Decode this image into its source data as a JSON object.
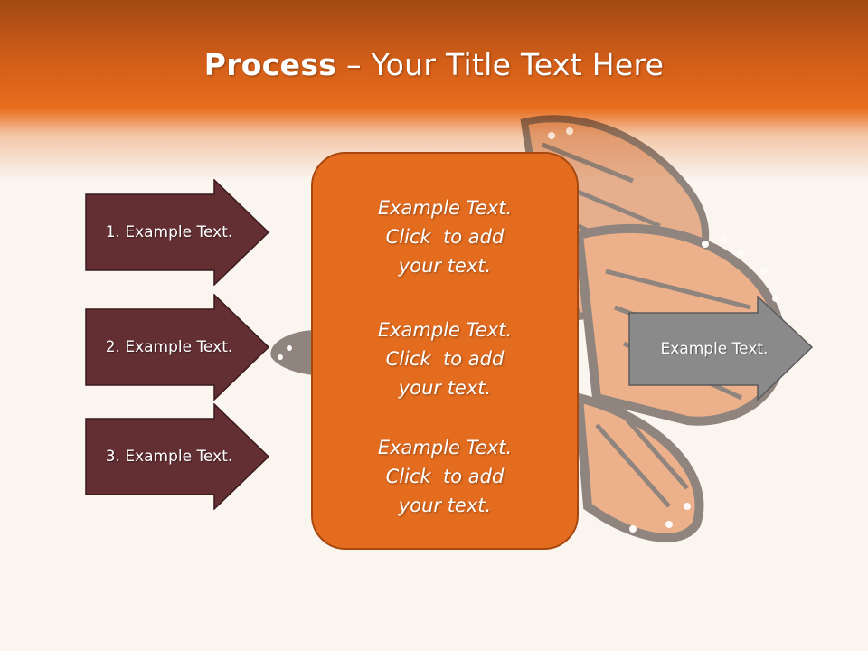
{
  "slide": {
    "title_bold": "Process",
    "title_rest": " – Your Title Text Here"
  },
  "left_arrows": [
    {
      "label": "1. Example Text."
    },
    {
      "label": "2. Example Text."
    },
    {
      "label": "3. Example Text."
    }
  ],
  "center_box": {
    "blocks": [
      {
        "lines": [
          "Example Text.",
          "Click  to add",
          "your text."
        ]
      },
      {
        "lines": [
          "Example Text.",
          "Click  to add",
          "your text."
        ]
      },
      {
        "lines": [
          "Example Text.",
          "Click  to add",
          "your text."
        ]
      }
    ]
  },
  "right_arrow": {
    "label": "Example Text."
  },
  "colors": {
    "header_orange": "#e36c1f",
    "left_arrow_fill": "#632f33",
    "right_arrow_fill": "#8a8a8a",
    "center_box_fill": "#e36c1f"
  },
  "background_image": "monarch-butterfly"
}
